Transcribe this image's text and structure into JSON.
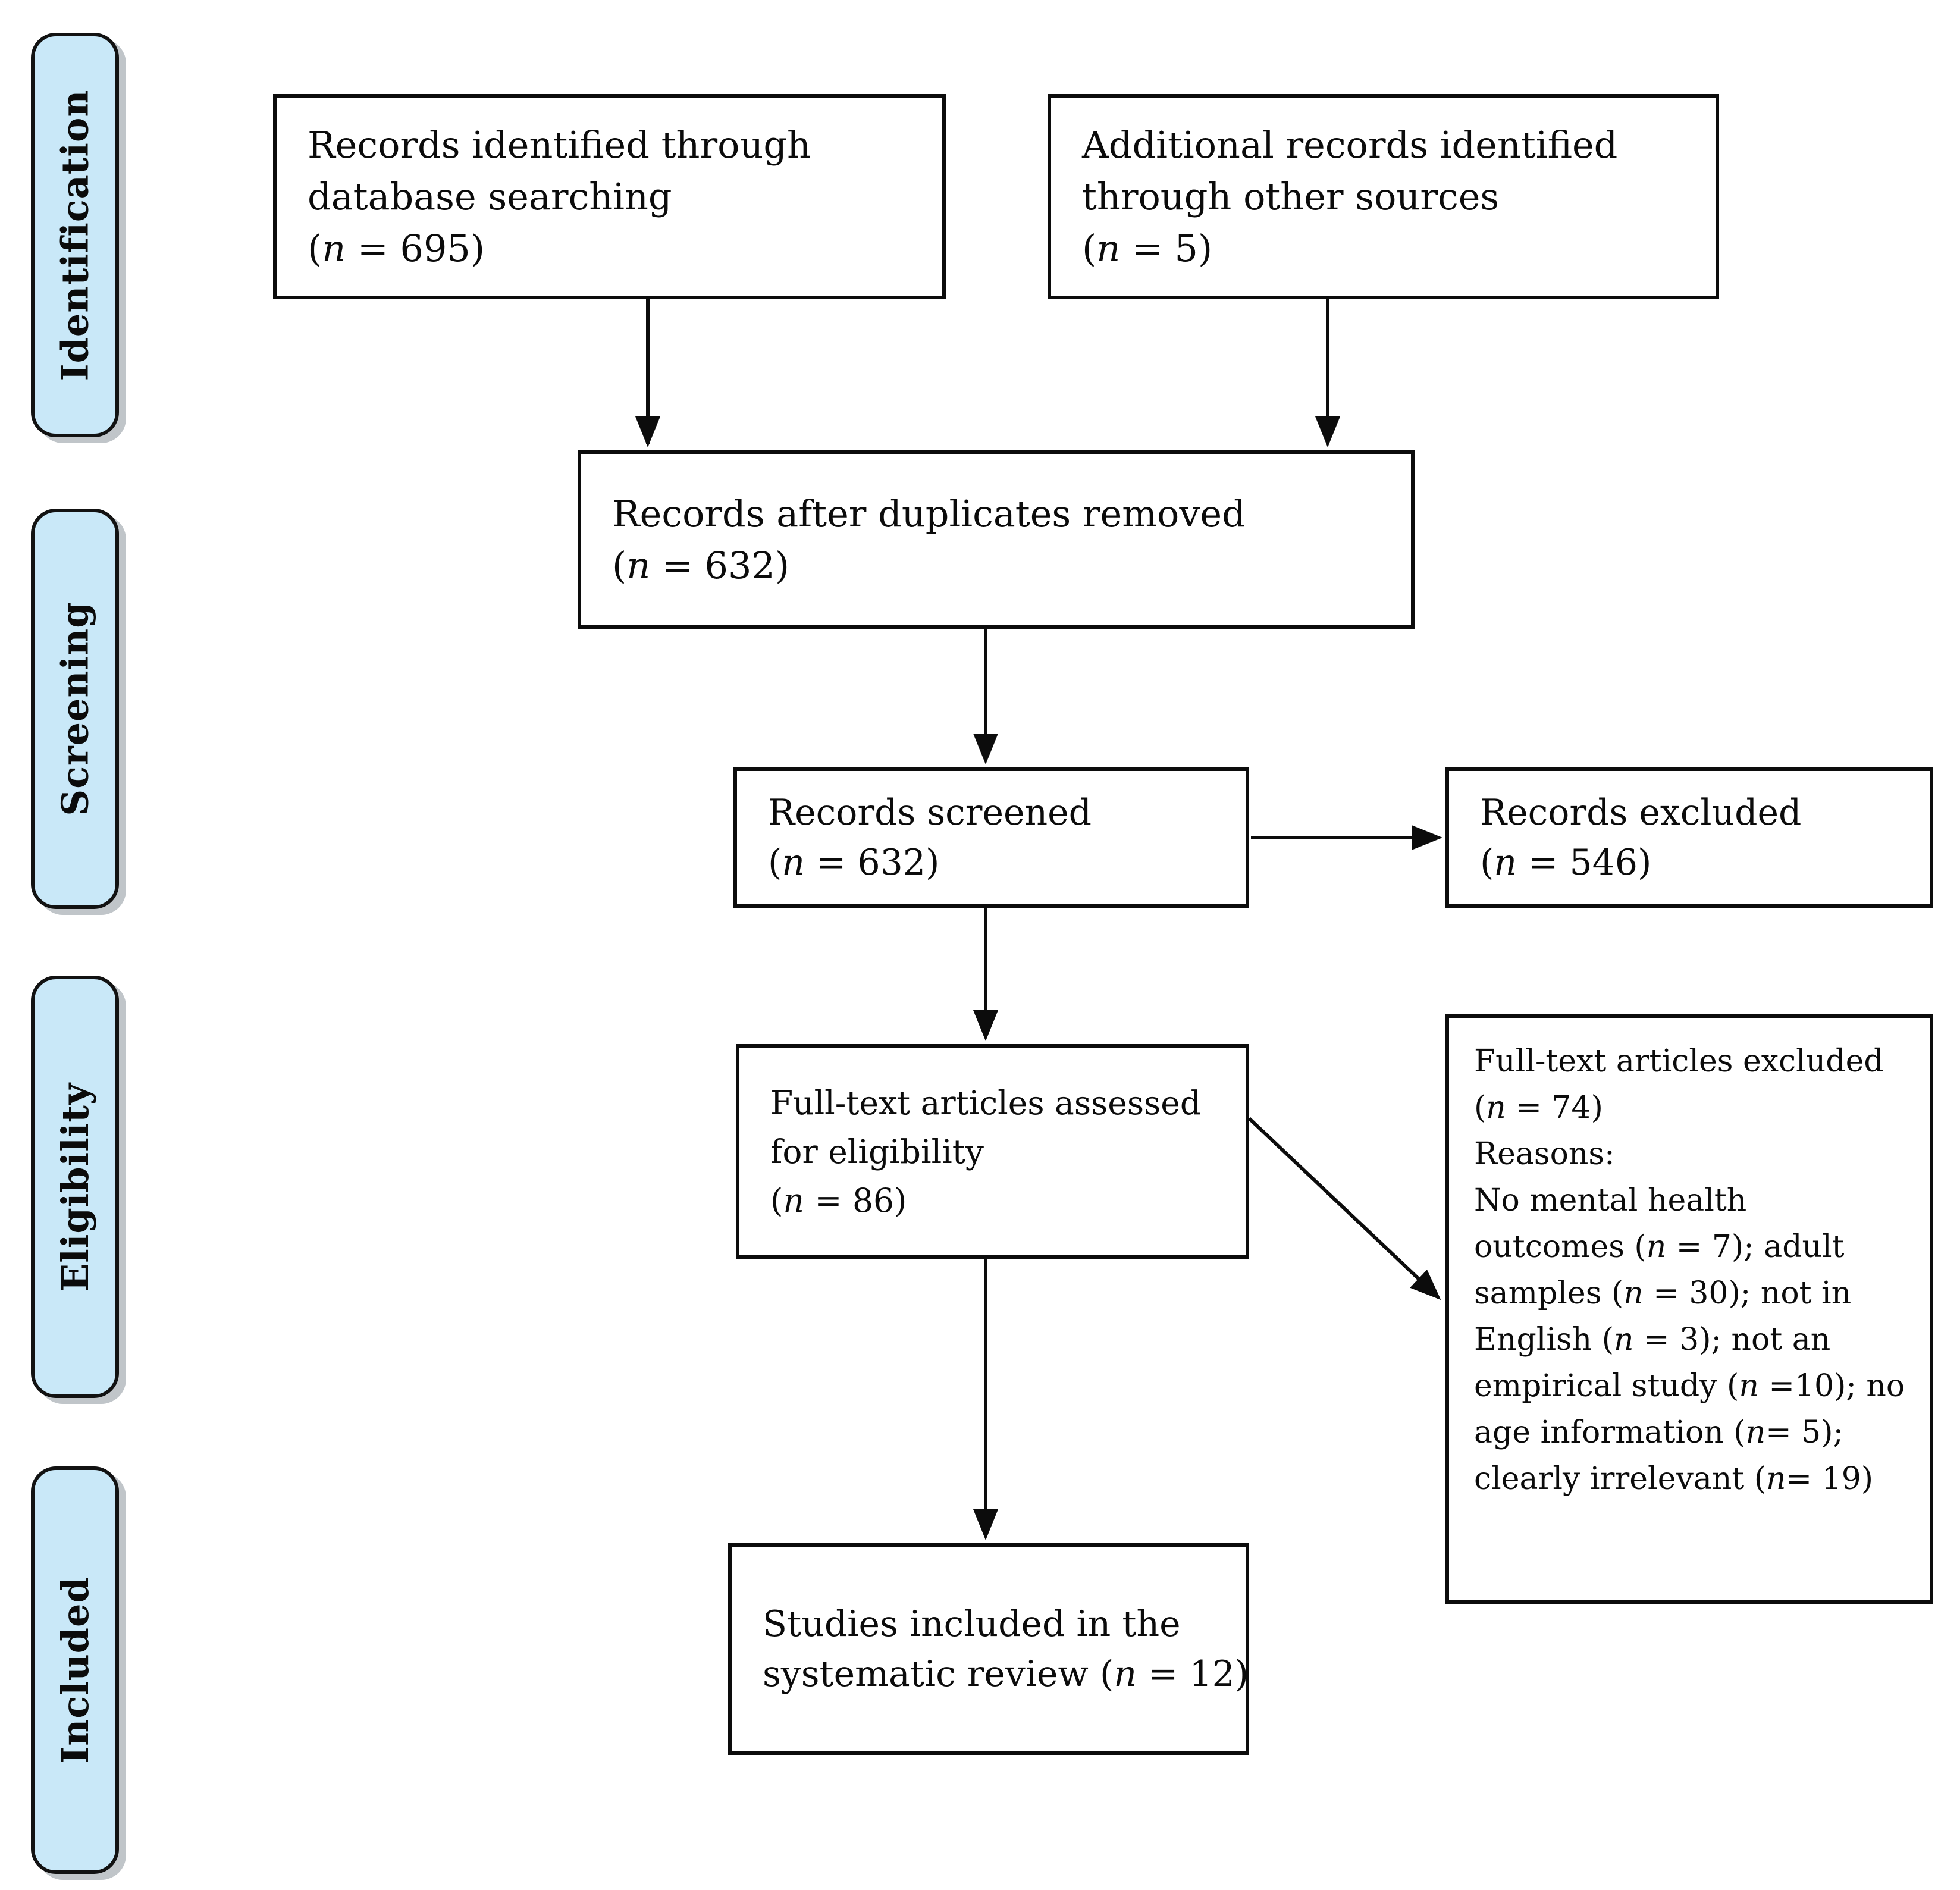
{
  "figure": {
    "kind": "PRISMA flow diagram",
    "background": "#ffffff"
  },
  "colors": {
    "stage_fill": "#c9e8f8",
    "stage_border": "#121212",
    "box_border": "#0c0c0c",
    "arrow": "#0c0c0c",
    "text": "#0b0b0b"
  },
  "sidebar": {
    "stages": [
      {
        "label": "Identification"
      },
      {
        "label": "Screening"
      },
      {
        "label": "Eligibility"
      },
      {
        "label": "Included"
      }
    ]
  },
  "boxes": [
    {
      "id": "records-identified",
      "lines": [
        "Records identified through",
        "database searching",
        "(n = 695)"
      ]
    },
    {
      "id": "additional-records",
      "lines": [
        "Additional records identified",
        "through other sources",
        "(n = 5)"
      ]
    },
    {
      "id": "duplicates-removed",
      "lines": [
        "Records after duplicates removed",
        "(n = 632)"
      ]
    },
    {
      "id": "records-screened",
      "lines": [
        "Records screened",
        "(n = 632)"
      ]
    },
    {
      "id": "records-excluded",
      "lines": [
        "Records excluded",
        "(n = 546)"
      ]
    },
    {
      "id": "fulltext-assessed",
      "lines": [
        "Full-text articles assessed",
        "for eligibility",
        "(n = 86)"
      ]
    },
    {
      "id": "fulltext-excluded",
      "lines": [
        "Full-text articles excluded",
        "(n = 74)",
        "Reasons:",
        "No mental health",
        "outcomes (n = 7); adult",
        "samples (n = 30); not in",
        "English (n = 3); not an",
        "empirical study (n =10); no",
        "age information (n= 5);",
        "clearly irrelevant (n= 19)"
      ]
    },
    {
      "id": "studies-included",
      "lines": [
        "Studies included in the",
        "systematic review (n = 12)"
      ]
    }
  ],
  "arrows": [
    {
      "from": "records-identified",
      "to": "duplicates-removed"
    },
    {
      "from": "additional-records",
      "to": "duplicates-removed"
    },
    {
      "from": "duplicates-removed",
      "to": "records-screened"
    },
    {
      "from": "records-screened",
      "to": "records-excluded"
    },
    {
      "from": "records-screened",
      "to": "fulltext-assessed"
    },
    {
      "from": "fulltext-assessed",
      "to": "fulltext-excluded"
    },
    {
      "from": "fulltext-assessed",
      "to": "studies-included"
    }
  ]
}
